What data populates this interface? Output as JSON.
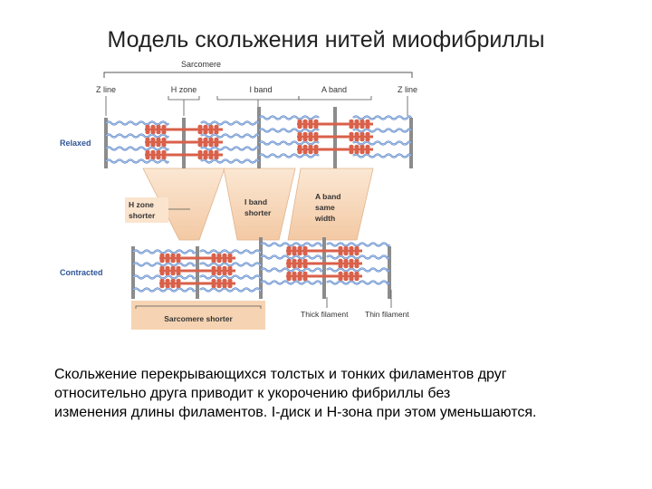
{
  "title": "Модель скольжения нитей миофибриллы",
  "diagram": {
    "sarcomere": "Sarcomere",
    "z_line_left": "Z line",
    "h_zone": "H zone",
    "i_band": "I band",
    "a_band": "A band",
    "z_line_right": "Z line",
    "relaxed": "Relaxed",
    "contracted": "Contracted",
    "h_zone_shorter_1": "H zone",
    "h_zone_shorter_2": "shorter",
    "i_band_shorter_1": "I band",
    "i_band_shorter_2": "shorter",
    "a_band_same_1": "A band",
    "a_band_same_2": "same",
    "a_band_same_3": "width",
    "sarcomere_shorter": "Sarcomere shorter",
    "thick_filament": "Thick filament",
    "thin_filament": "Thin filament"
  },
  "caption": {
    "line1": "Скольжение перекрывающихся толстых и тонких филаментов друг",
    "line2": "относительно друга приводит к укорочению фибриллы без",
    "line3": "изменения длины филаментов. I-диск и Н-зона при этом уменьшаются."
  },
  "colors": {
    "thin_filament": "#5b86c9",
    "thick_filament": "#d9604a",
    "z_line": "#8c8c8c",
    "band_fill": "#f7d9bd"
  }
}
